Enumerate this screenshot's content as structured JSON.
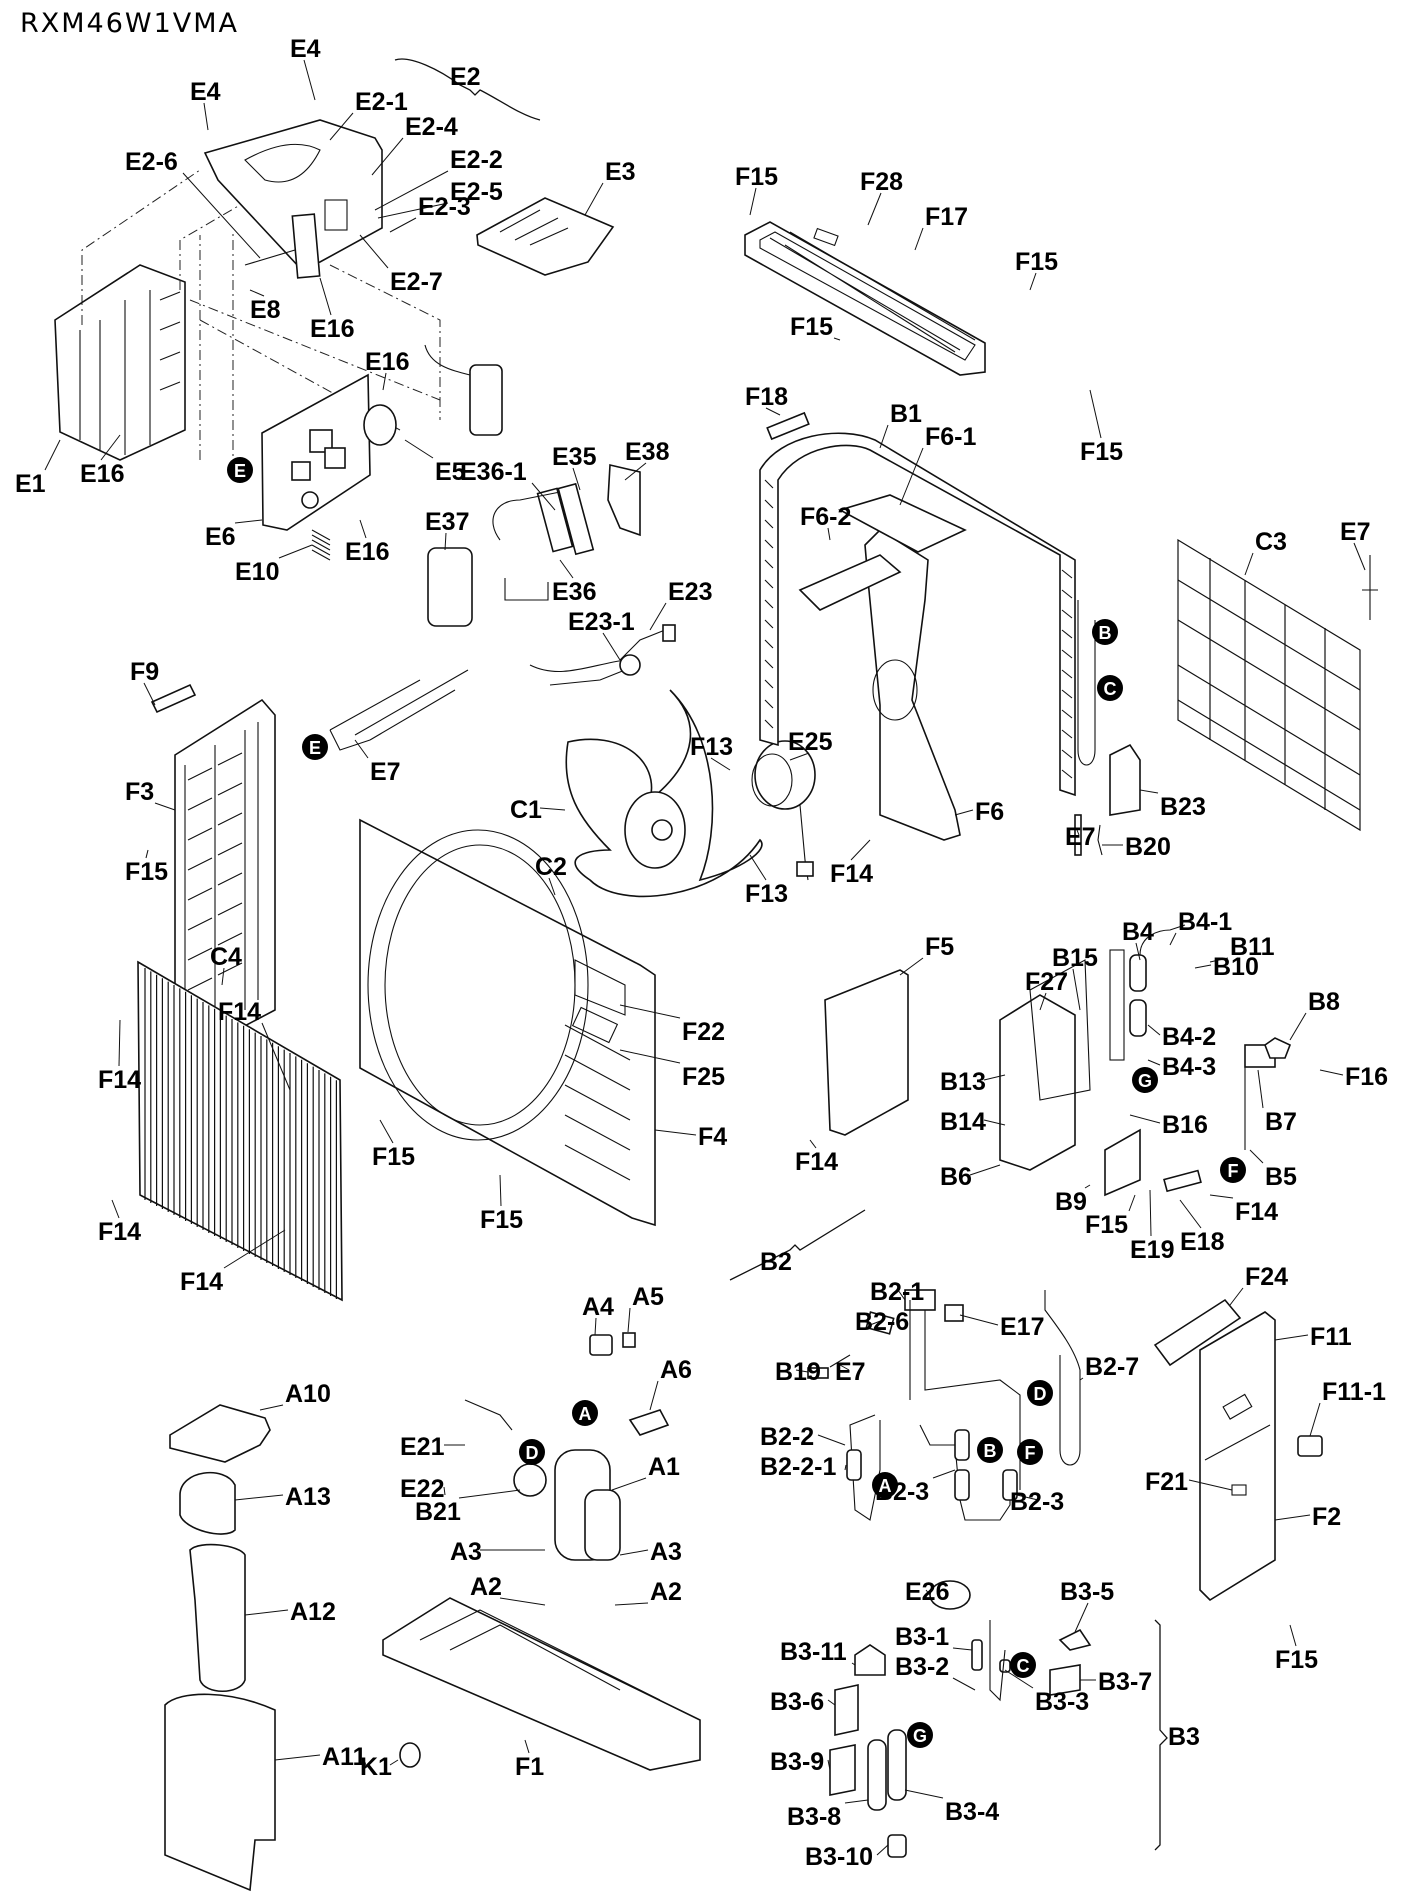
{
  "title": "RXM46W1VMA",
  "labels": {
    "E4a": "E4",
    "E4b": "E4",
    "E2": "E2",
    "E2_1": "E2-1",
    "E2_4": "E2-4",
    "E2_6": "E2-6",
    "E2_2": "E2-2",
    "E2_5": "E2-5",
    "E2_3": "E2-3",
    "E2_7": "E2-7",
    "E3": "E3",
    "E8": "E8",
    "E16a": "E16",
    "E16b": "E16",
    "E16c": "E16",
    "E16d": "E16",
    "E1": "E1",
    "E5": "E5",
    "E6": "E6",
    "E10": "E10",
    "E36_1": "E36-1",
    "E35": "E35",
    "E38": "E38",
    "E37": "E37",
    "E36": "E36",
    "E23": "E23",
    "E23_1": "E23-1",
    "E7a": "E7",
    "F9": "F9",
    "F3": "F3",
    "F15a": "F15",
    "C4": "C4",
    "F14a": "F14",
    "F14b": "F14",
    "F14c": "F14",
    "F14d": "F14",
    "C1": "C1",
    "C2": "C2",
    "F13a": "F13",
    "F13b": "F13",
    "E25": "E25",
    "F14e": "F14",
    "F6": "F6",
    "F22": "F22",
    "F25": "F25",
    "F4": "F4",
    "F15b": "F15",
    "F15c": "F15",
    "F15d": "F15",
    "F28": "F28",
    "F17": "F17",
    "F15e": "F15",
    "F15f": "F15",
    "F15g": "F15",
    "F18": "F18",
    "B1": "B1",
    "F6_1": "F6-1",
    "F6_2": "F6-2",
    "C3": "C3",
    "E7b": "E7",
    "B23": "B23",
    "E7c": "E7",
    "B20": "B20",
    "F5": "F5",
    "F14f": "F14",
    "B15": "B15",
    "B4": "B4",
    "B4_1": "B4-1",
    "B11": "B11",
    "B10": "B10",
    "B8": "B8",
    "F27": "F27",
    "B4_2": "B4-2",
    "B4_3": "B4-3",
    "F16": "F16",
    "B13": "B13",
    "B14": "B14",
    "B16": "B16",
    "B7": "B7",
    "B6": "B6",
    "B5": "B5",
    "B9": "B9",
    "F15h": "F15",
    "F14g": "F14",
    "E19": "E19",
    "E18": "E18",
    "B2": "B2",
    "B2_1": "B2-1",
    "B2_6": "B2-6",
    "E17": "E17",
    "B2_7": "B2-7",
    "B19": "B19",
    "E7d": "E7",
    "B2_2": "B2-2",
    "B2_2_1": "B2-2-1",
    "B2_3a": "B2-3",
    "B2_3b": "B2-3",
    "F24": "F24",
    "F11": "F11",
    "F11_1": "F11-1",
    "F21": "F21",
    "F2": "F2",
    "F15i": "F15",
    "A4": "A4",
    "A5": "A5",
    "A6": "A6",
    "E21": "E21",
    "E22": "E22",
    "A1": "A1",
    "B21": "B21",
    "A3a": "A3",
    "A3b": "A3",
    "A2a": "A2",
    "A2b": "A2",
    "A10": "A10",
    "A13": "A13",
    "A12": "A12",
    "A11": "A11",
    "K1": "K1",
    "F1": "F1",
    "E26": "E26",
    "B3_5": "B3-5",
    "B3_11": "B3-11",
    "B3_1": "B3-1",
    "B3_2": "B3-2",
    "B3_7": "B3-7",
    "B3_3": "B3-3",
    "B3_6": "B3-6",
    "B3": "B3",
    "B3_9": "B3-9",
    "B3_8": "B3-8",
    "B3_4": "B3-4",
    "B3_10": "B3-10"
  },
  "connection_markers": [
    {
      "id": "m-E-pcb",
      "letter": "E"
    },
    {
      "id": "m-E-thermistor",
      "letter": "E"
    },
    {
      "id": "m-B-coil",
      "letter": "B"
    },
    {
      "id": "m-C-coil",
      "letter": "C"
    },
    {
      "id": "m-G-b4",
      "letter": "G"
    },
    {
      "id": "m-F-b5",
      "letter": "F"
    },
    {
      "id": "m-D-b27",
      "letter": "D"
    },
    {
      "id": "m-B-b2",
      "letter": "B"
    },
    {
      "id": "m-F-b2",
      "letter": "F"
    },
    {
      "id": "m-A-b2",
      "letter": "A"
    },
    {
      "id": "m-A-comp",
      "letter": "A"
    },
    {
      "id": "m-D-comp",
      "letter": "D"
    },
    {
      "id": "m-C-b3",
      "letter": "C"
    },
    {
      "id": "m-G-b3",
      "letter": "G"
    }
  ]
}
